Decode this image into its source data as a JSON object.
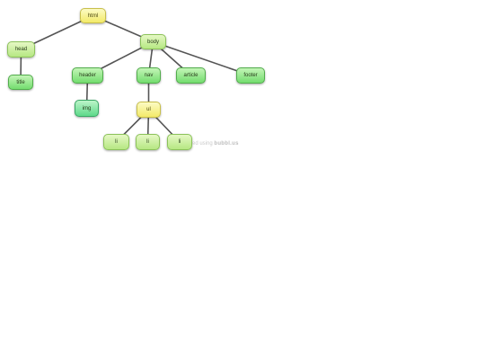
{
  "diagram": {
    "nodes": [
      {
        "id": "html",
        "label": "html"
      },
      {
        "id": "head",
        "label": "head"
      },
      {
        "id": "body",
        "label": "body"
      },
      {
        "id": "title",
        "label": "title"
      },
      {
        "id": "header",
        "label": "header"
      },
      {
        "id": "nav",
        "label": "nav"
      },
      {
        "id": "article",
        "label": "article"
      },
      {
        "id": "footer",
        "label": "footer"
      },
      {
        "id": "img",
        "label": "img"
      },
      {
        "id": "ul",
        "label": "ul"
      },
      {
        "id": "li1",
        "label": "li"
      },
      {
        "id": "li2",
        "label": "li"
      },
      {
        "id": "li3",
        "label": "li"
      }
    ],
    "edges": [
      [
        "html",
        "head"
      ],
      [
        "html",
        "body"
      ],
      [
        "head",
        "title"
      ],
      [
        "body",
        "header"
      ],
      [
        "body",
        "nav"
      ],
      [
        "body",
        "article"
      ],
      [
        "body",
        "footer"
      ],
      [
        "header",
        "img"
      ],
      [
        "nav",
        "ul"
      ],
      [
        "ul",
        "li1"
      ],
      [
        "ul",
        "li2"
      ],
      [
        "ul",
        "li3"
      ]
    ],
    "colors": {
      "edge": "#555555",
      "root": "#f3ea69",
      "branch": "#b6e883",
      "leaf": "#74dd6f"
    }
  },
  "watermark": {
    "prefix": "ed using",
    "brand": "bubbl.us"
  }
}
